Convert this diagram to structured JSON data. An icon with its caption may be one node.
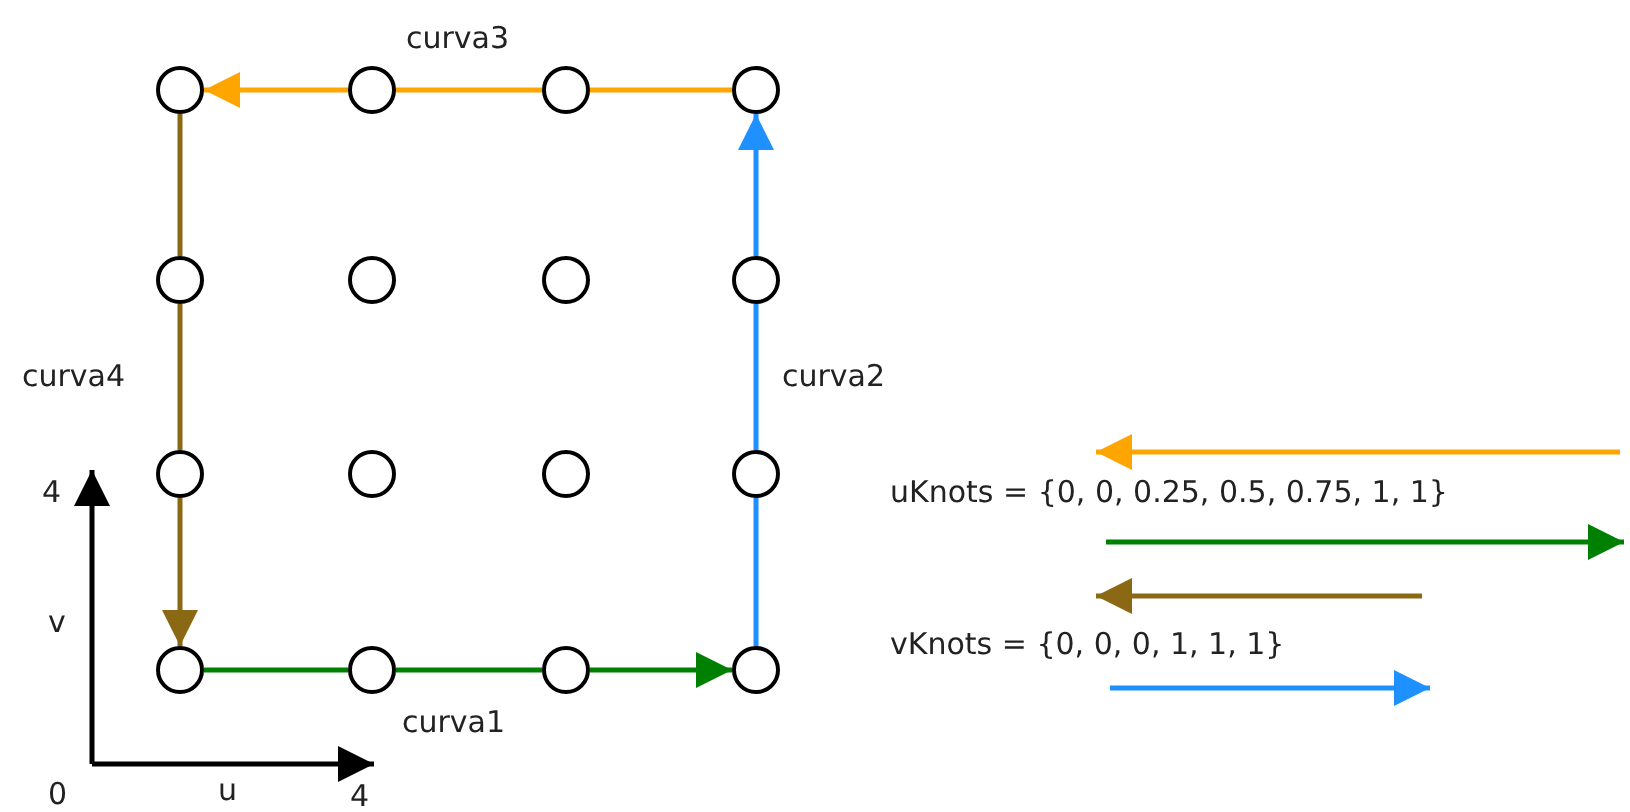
{
  "diagram": {
    "nodes": [
      {
        "text": [],
        "shape": "circle"
      },
      {
        "text": [],
        "shape": "circle"
      },
      {
        "text": [],
        "shape": "circle"
      },
      {
        "text": [],
        "shape": "circle"
      },
      {
        "text": [],
        "shape": "circle"
      },
      {
        "text": [],
        "shape": "circle"
      },
      {
        "text": [],
        "shape": "circle"
      },
      {
        "text": [],
        "shape": "circle"
      },
      {
        "text": [],
        "shape": "circle"
      },
      {
        "text": [],
        "shape": "circle"
      },
      {
        "text": [],
        "shape": "circle"
      },
      {
        "text": [],
        "shape": "circle"
      },
      {
        "text": [],
        "shape": "circle"
      },
      {
        "text": [],
        "shape": "circle"
      },
      {
        "text": [],
        "shape": "circle"
      },
      {
        "text": [],
        "shape": "circle"
      }
    ],
    "edges": [
      {
        "from": 12,
        "to": 13,
        "arrow": "none",
        "color": "#008000"
      },
      {
        "from": 13,
        "to": 14,
        "arrow": "none",
        "color": "#008000"
      },
      {
        "from": 14,
        "to": 15,
        "arrow": "to",
        "color": "#008000"
      },
      {
        "from": 15,
        "to": 11,
        "arrow": "none",
        "color": "#1e90ff"
      },
      {
        "from": 11,
        "to": 7,
        "arrow": "none",
        "color": "#1e90ff"
      },
      {
        "from": 7,
        "to": 3,
        "arrow": "to",
        "color": "#1e90ff"
      },
      {
        "from": 3,
        "to": 2,
        "arrow": "none",
        "color": "#ffa500"
      },
      {
        "from": 2,
        "to": 1,
        "arrow": "none",
        "color": "#ffa500"
      },
      {
        "from": 1,
        "to": 0,
        "arrow": "to",
        "color": "#ffa500"
      },
      {
        "from": 0,
        "to": 4,
        "arrow": "none",
        "color": "#8b6914"
      },
      {
        "from": 4,
        "to": 8,
        "arrow": "none",
        "color": "#8b6914"
      },
      {
        "from": 8,
        "to": 12,
        "arrow": "to",
        "color": "#8b6914"
      }
    ],
    "labels": [
      "curva3",
      "curva4",
      "curva2",
      "4",
      "uKnots = {0, 0, 0.25, 0.5, 0.75, 1, 1}",
      "v",
      "vKnots = {0, 0, 0, 1, 1, 1}",
      "curva1",
      "0",
      "u",
      "4"
    ]
  }
}
